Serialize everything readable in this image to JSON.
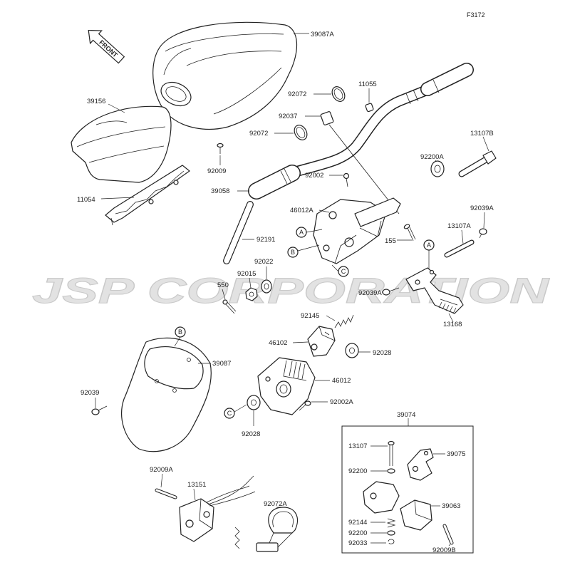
{
  "header": {
    "figure_code": "F3172"
  },
  "front_arrow": {
    "label": "FRONT"
  },
  "watermark": {
    "text": "JSP CORPORATION"
  },
  "refs": {
    "a": "A",
    "b": "B",
    "c": "C"
  },
  "parts": {
    "39087A": "39087A",
    "39156": "39156",
    "92009": "92009",
    "11054": "11054",
    "92072": "92072",
    "11055": "11055",
    "92037": "92037",
    "13107B": "13107B",
    "92200A": "92200A",
    "92002": "92002",
    "39058": "39058",
    "46012A": "46012A",
    "92039A": "92039A",
    "13107A": "13107A",
    "155": "155",
    "92191": "92191",
    "92022": "92022",
    "92015": "92015",
    "550": "550",
    "13168": "13168",
    "92145": "92145",
    "46102": "46102",
    "92028": "92028",
    "46012": "46012",
    "39087": "39087",
    "92039": "92039",
    "92002A": "92002A",
    "39074": "39074",
    "13107": "13107",
    "39075": "39075",
    "92200": "92200",
    "39063": "39063",
    "92144": "92144",
    "92033": "92033",
    "92009B": "92009B",
    "92009A": "92009A",
    "13151": "13151",
    "92072A": "92072A"
  }
}
